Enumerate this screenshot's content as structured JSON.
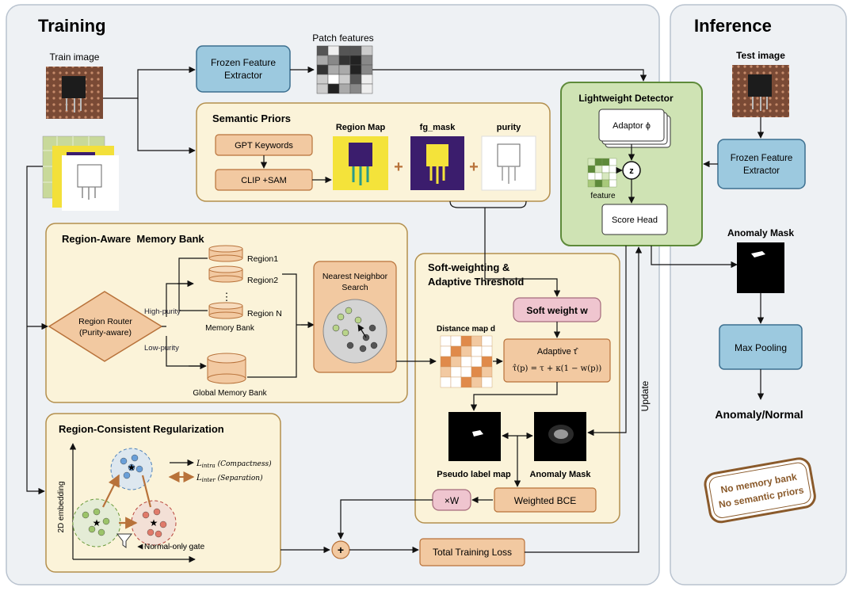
{
  "panels": {
    "training_title": "Training",
    "inference_title": "Inference"
  },
  "training": {
    "train_image_label": "Train image",
    "patch_features_label": "Patch features",
    "frozen_extractor_line1": "Frozen Feature",
    "frozen_extractor_line2": "Extractor",
    "semantic_priors": {
      "title": "Semantic Priors",
      "gpt_keywords": "GPT Keywords",
      "clip_sam": "CLIP +SAM",
      "region_map": "Region Map",
      "fg_mask": "fg_mask",
      "purity": "purity"
    },
    "memory_bank": {
      "title": "Region-Aware  Memory Bank",
      "router_line1": "Region Router",
      "router_line2": "(Purity-aware)",
      "high_purity": "High-purity",
      "low_purity": "Low-purity",
      "regions": [
        "Region1",
        "Region2",
        "Region N"
      ],
      "ellipsis": "⋮",
      "memory_bank_label": "Memory Bank",
      "global_bank_label": "Global Memory Bank",
      "nn_line1": "Nearest Neighbor",
      "nn_line2": "Search"
    },
    "soft_weighting": {
      "title_line1": "Soft-weighting &",
      "title_line2": "Adaptive Threshold",
      "soft_weight": "Soft weight w",
      "distance_map": "Distance map d",
      "adaptive_title": "Adaptive τ̂",
      "adaptive_formula": "τ̂(p) = τ + κ(1 − w(p))",
      "pseudo_label": "Pseudo label map",
      "anomaly_mask": "Anomaly Mask",
      "weighted_bce": "Weighted BCE",
      "times_w": "×W"
    },
    "regularization": {
      "title": "Region-Consistent Regularization",
      "y_axis": "2D embedding",
      "l_intra": "L_intra (Compactness)",
      "l_inter": "L_inter (Separation)",
      "normal_gate": "Normal-only gate"
    },
    "total_loss": "Total Training Loss",
    "update_label": "Update",
    "plus": "+"
  },
  "detector": {
    "title": "Lightweight Detector",
    "adaptor": "Adaptor ϕ",
    "z": "z",
    "feature": "feature",
    "score_head": "Score Head"
  },
  "inference": {
    "test_image_label": "Test image",
    "frozen_extractor_line1": "Frozen Feature",
    "frozen_extractor_line2": "Extractor",
    "anomaly_mask_label": "Anomaly Mask",
    "max_pooling": "Max Pooling",
    "output": "Anomaly/Normal",
    "stamp_line1": "No memory bank",
    "stamp_line2": "No semantic priors"
  },
  "colors": {
    "panel_bg": "#eef1f4",
    "cream": "#fbf3d9",
    "orange_box": "#f2c9a1",
    "blue_box": "#9cc9df",
    "green_box": "#cfe3b4",
    "pink_box": "#efc5cf",
    "stamp": "#8a5a2b"
  }
}
